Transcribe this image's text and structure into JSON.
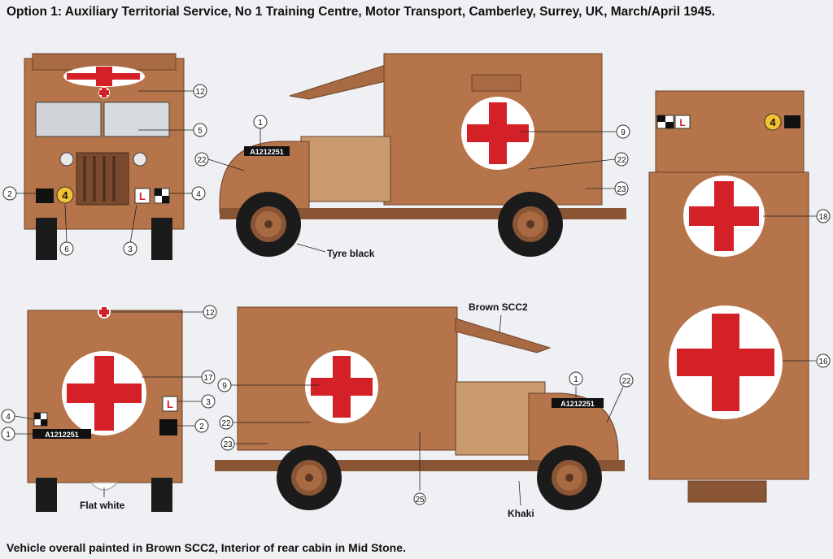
{
  "title": "Option 1: Auxiliary Territorial Service, No 1 Training Centre, Motor Transport, Camberley, Surrey, UK, March/April 1945.",
  "footer": "Vehicle overall painted in  Brown SCC2, Interior of rear cabin in Mid Stone.",
  "colors": {
    "body": "#b5744a",
    "dark": "#8a5535",
    "tyre": "#1b1b1b",
    "cross": "#d42027",
    "white": "#ffffff",
    "cab": "#c99a6e"
  },
  "labels": {
    "tyre": "Tyre black",
    "brown": "Brown SCC2",
    "flat_white": "Flat white",
    "khaki": "Khaki"
  },
  "markings": {
    "serial": "A1212251",
    "bridge": "4",
    "learner": "L"
  },
  "callouts": {
    "n1": "1",
    "n2": "2",
    "n3": "3",
    "n4": "4",
    "n5": "5",
    "n6": "6",
    "n9": "9",
    "n12": "12",
    "n16": "16",
    "n17": "17",
    "n18": "18",
    "n22": "22",
    "n23": "23",
    "n25": "25"
  }
}
